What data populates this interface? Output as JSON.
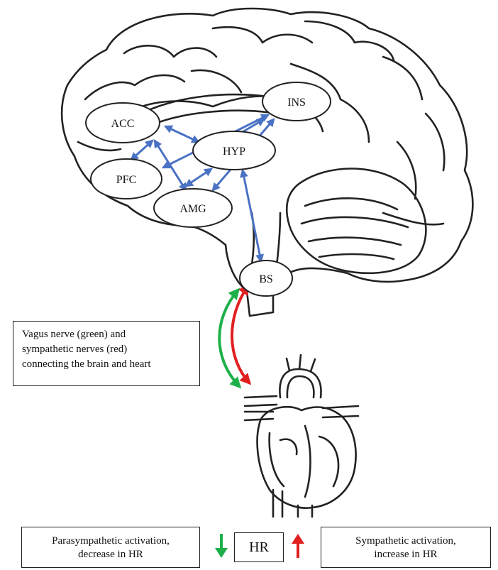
{
  "nodes": {
    "acc": "ACC",
    "ins": "INS",
    "hyp": "HYP",
    "pfc": "PFC",
    "amg": "AMG",
    "bs": "BS"
  },
  "vagus_box": {
    "line1": "Vagus nerve (green) and",
    "line2": "sympathetic nerves (red)",
    "line3": "connecting the brain and heart"
  },
  "parasympathetic_box": {
    "line1": "Parasympathetic activation,",
    "line2": "decrease in HR"
  },
  "sympathetic_box": {
    "line1": "Sympathetic activation,",
    "line2": "increase in HR"
  },
  "hr_label": "HR",
  "colors": {
    "connection_arrow": "#4a72c4",
    "vagus_green": "#1db04a",
    "sympathetic_red": "#e0201f",
    "outline": "#222222"
  }
}
